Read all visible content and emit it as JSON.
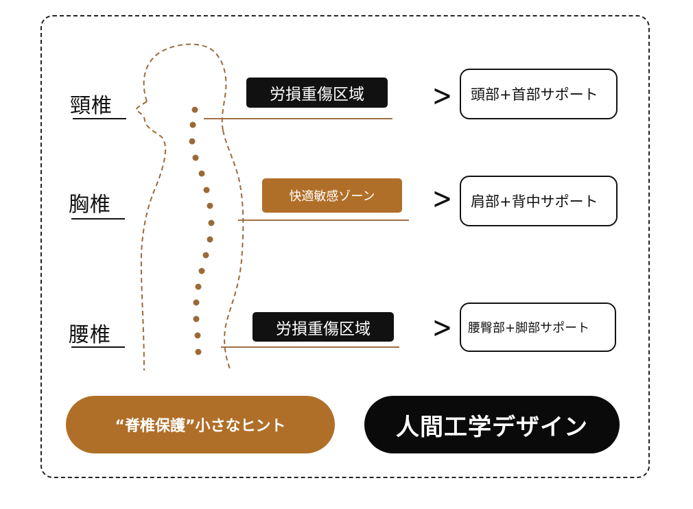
{
  "regions": [
    {
      "label": "頸椎",
      "tag": "労損重傷区域",
      "tag_style": "black",
      "support": "頭部+首部サポート"
    },
    {
      "label": "胸椎",
      "tag": "快適敏感ゾーン",
      "tag_style": "brown",
      "support": "肩部+背中サポート"
    },
    {
      "label": "腰椎",
      "tag": "労損重傷区域",
      "tag_style": "black",
      "support": "腰臀部+脚部サポート"
    }
  ],
  "chevron": ">",
  "footer": {
    "hint": "“脊椎保護”小さなヒント",
    "design": "人間工学デザイン"
  },
  "colors": {
    "accent_brown": "#b06f28",
    "black": "#111111",
    "spine_dot": "#9a6a38"
  }
}
